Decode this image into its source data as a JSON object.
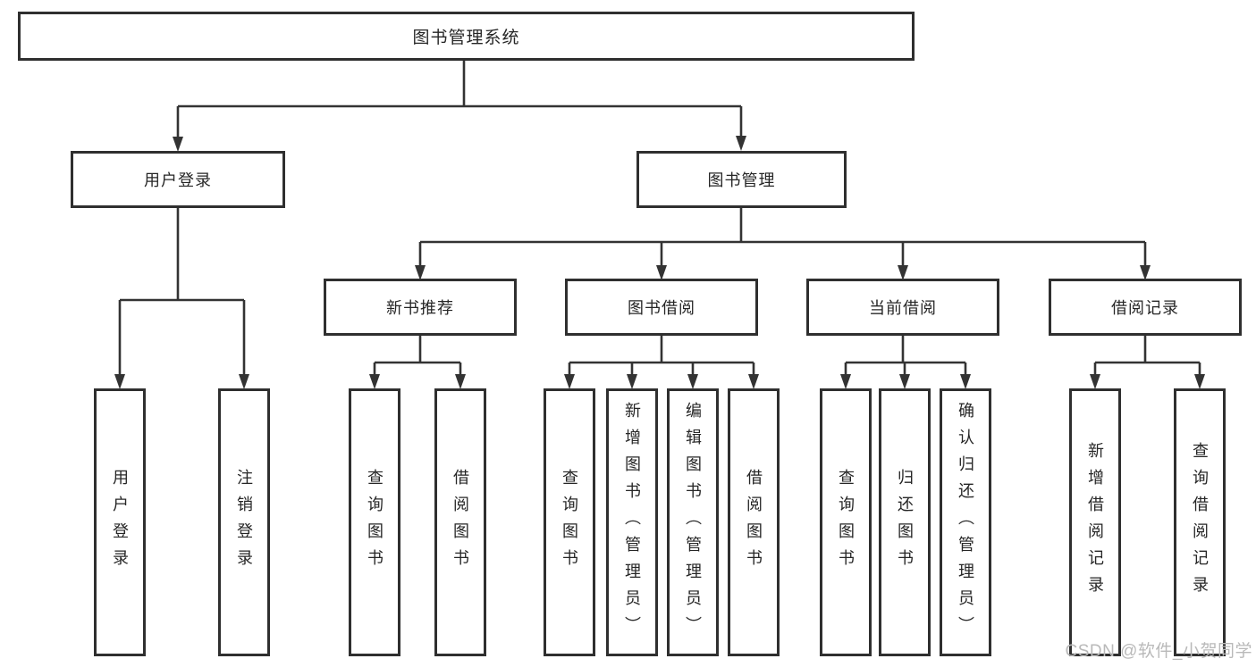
{
  "tree": {
    "label": "图书管理系统",
    "children": [
      {
        "label": "用户登录",
        "children": [
          {
            "label": "用户登录"
          },
          {
            "label": "注销登录"
          }
        ]
      },
      {
        "label": "图书管理",
        "children": [
          {
            "label": "新书推荐",
            "children": [
              {
                "label": "查询图书"
              },
              {
                "label": "借阅图书"
              }
            ]
          },
          {
            "label": "图书借阅",
            "children": [
              {
                "label": "查询图书"
              },
              {
                "label": "新增图书（管理员）"
              },
              {
                "label": "编辑图书（管理员）"
              },
              {
                "label": "借阅图书"
              }
            ]
          },
          {
            "label": "当前借阅",
            "children": [
              {
                "label": "查询图书"
              },
              {
                "label": "归还图书"
              },
              {
                "label": "确认归还（管理员）"
              }
            ]
          },
          {
            "label": "借阅记录",
            "children": [
              {
                "label": "新增借阅记录"
              },
              {
                "label": "查询借阅记录"
              }
            ]
          }
        ]
      }
    ]
  },
  "watermark": {
    "text": "CSDN @软件_小贺同学"
  },
  "colors": {
    "line": "#333333",
    "border": "#2f2f2f",
    "text": "#262626",
    "bg": "#ffffff",
    "watermark": "#b9b9b9"
  }
}
